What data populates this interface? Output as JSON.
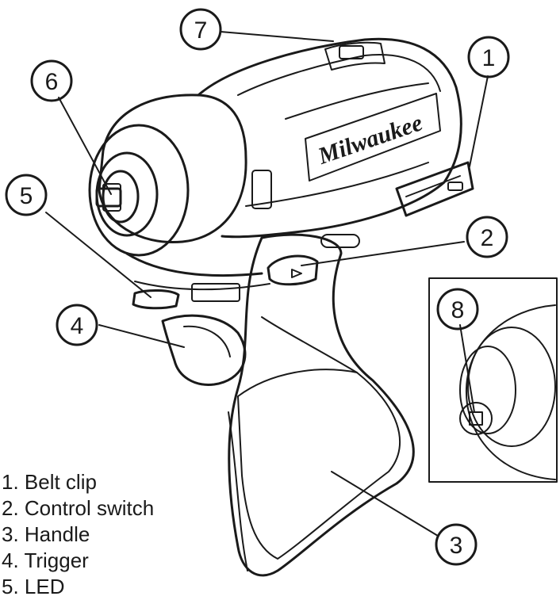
{
  "brand_mark": "Milwaukee",
  "callouts": [
    "1",
    "2",
    "3",
    "4",
    "5",
    "6",
    "7",
    "8"
  ],
  "legend": [
    "1. Belt clip",
    "2. Control switch",
    "3. Handle",
    "4. Trigger",
    "5. LED"
  ],
  "colors": {
    "line": "#1a1a1a",
    "background": "#ffffff"
  }
}
